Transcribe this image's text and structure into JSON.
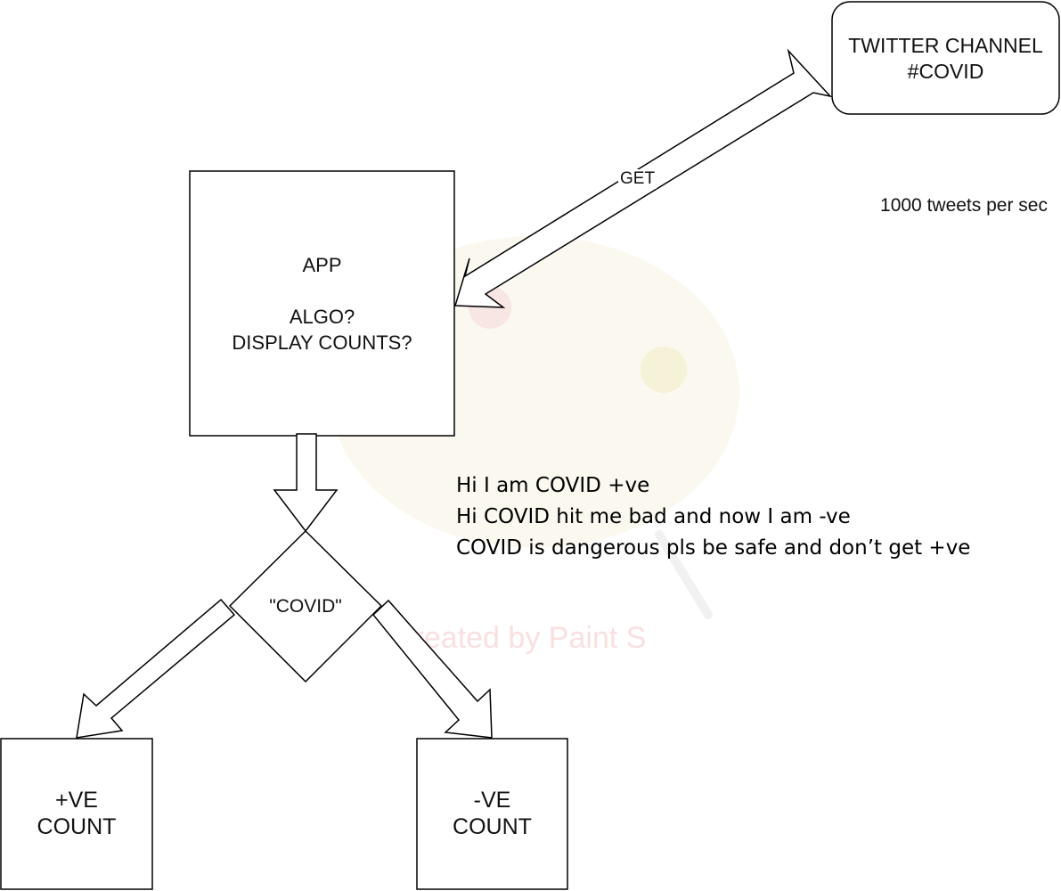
{
  "nodes": {
    "twitter": {
      "line1": "TWITTER CHANNEL",
      "line2": "#COVID"
    },
    "app": {
      "line1": "APP",
      "line2": "ALGO?",
      "line3": "DISPLAY COUNTS?"
    },
    "decision": {
      "label": "\"COVID\""
    },
    "positive": {
      "line1": "+VE",
      "line2": "COUNT"
    },
    "negative": {
      "line1": "-VE",
      "line2": "COUNT"
    }
  },
  "edges": {
    "get_label": "GET"
  },
  "notes": {
    "rate": "1000 tweets per sec",
    "tweets": [
      "Hi I am COVID +ve",
      "Hi COVID hit me bad and now I am -ve",
      "COVID is dangerous pls be safe and don’t get +ve"
    ]
  },
  "watermark": "Created by Paint S",
  "colors": {
    "stroke": "#000000",
    "background": "#ffffff",
    "watermark": "#e66e6e"
  }
}
